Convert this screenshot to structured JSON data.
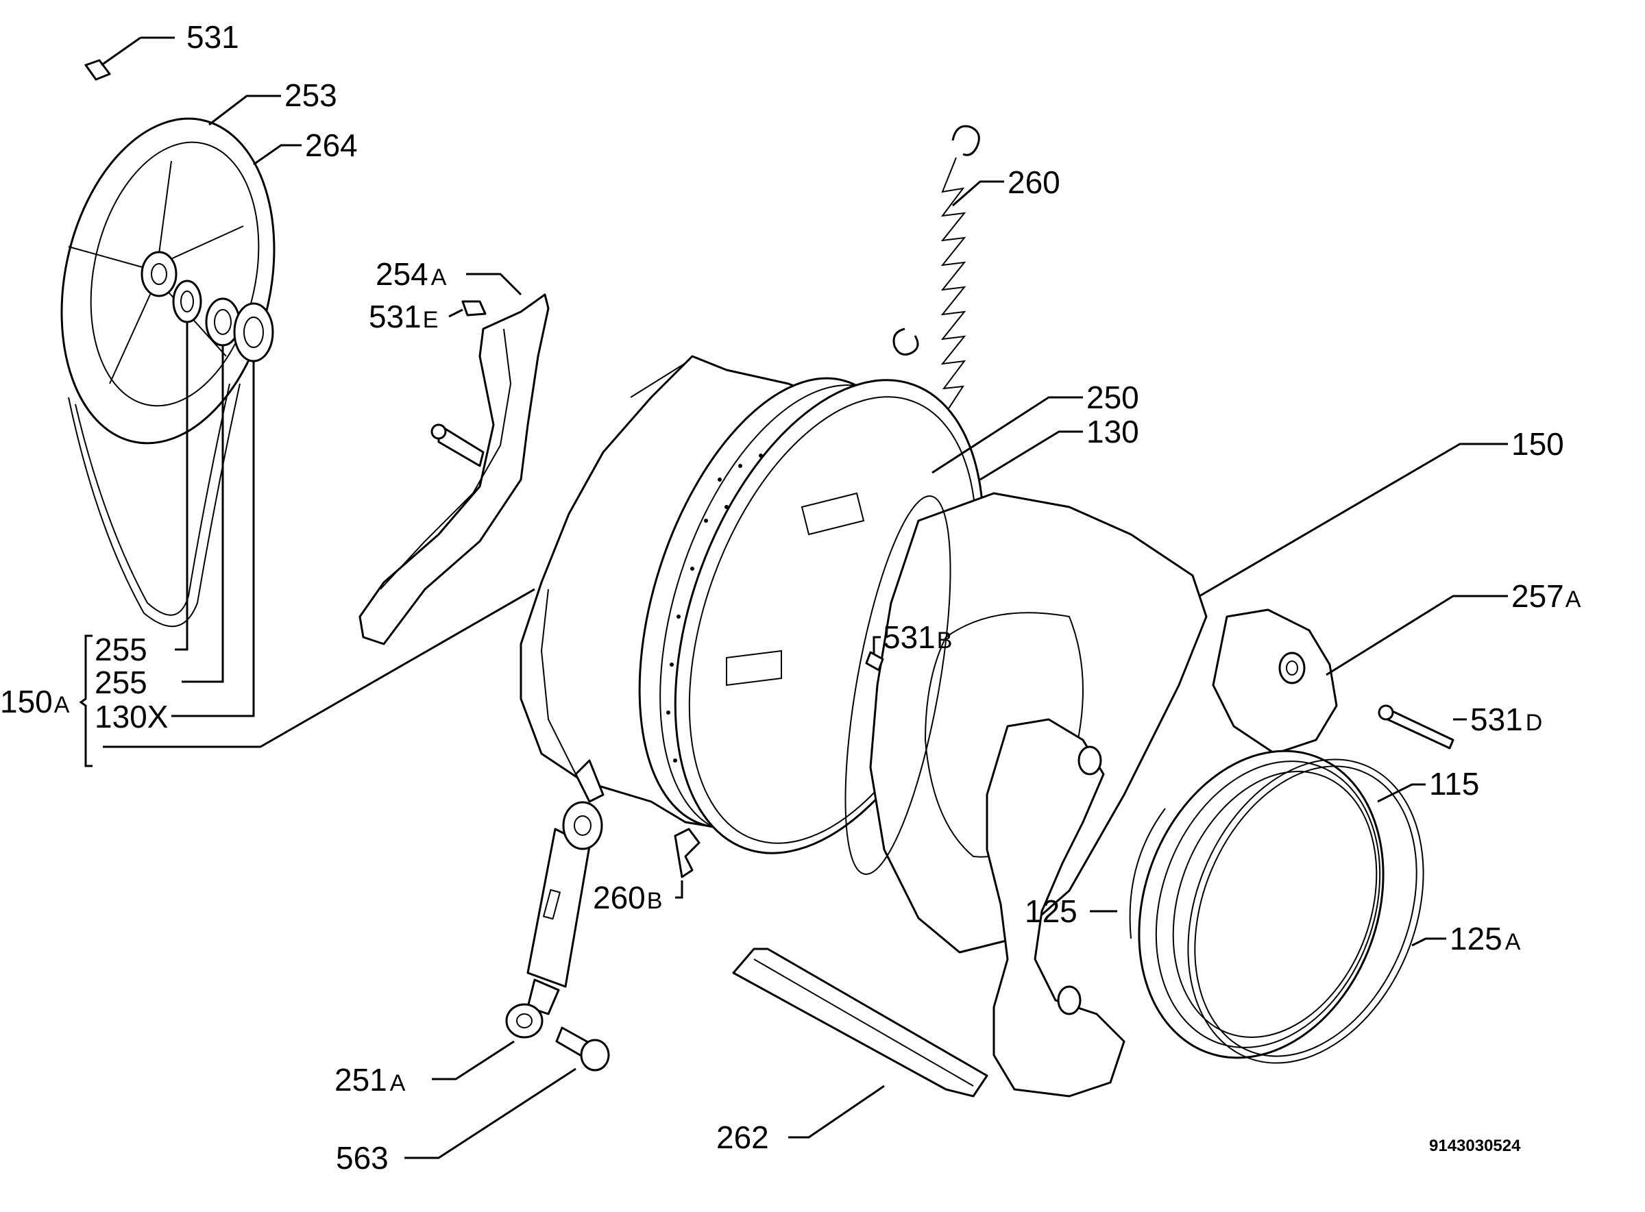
{
  "labels": {
    "l531_top": "531",
    "l253": "253",
    "l264": "264",
    "l260": "260",
    "l254A_num": "254",
    "l254A_sfx": "A",
    "l531E_num": "531",
    "l531E_sfx": "E",
    "l250": "250",
    "l130": "130",
    "l150": "150",
    "l257A_num": "257",
    "l257A_sfx": "A",
    "l531B_num": "531",
    "l531B_sfx": "B",
    "l531D_num": "531",
    "l531D_sfx": "D",
    "l115": "115",
    "l125": "125",
    "l125A_num": "125",
    "l125A_sfx": "A",
    "l255_a": "255",
    "l255_b": "255",
    "l130X": "130X",
    "l150A_num": "150",
    "l150A_sfx": "A",
    "l260B_num": "260",
    "l260B_sfx": "B",
    "l251A_num": "251",
    "l251A_sfx": "A",
    "l563": "563",
    "l262": "262"
  },
  "document_number": "9143030524",
  "colors": {
    "line": "#000000",
    "background": "#ffffff"
  }
}
